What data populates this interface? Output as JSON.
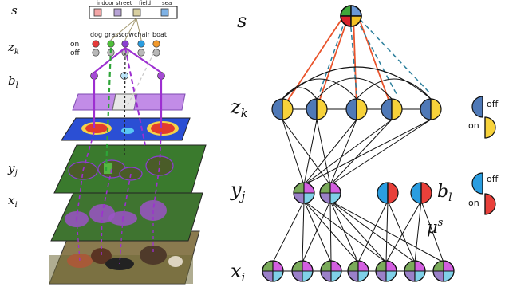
{
  "left": {
    "row_labels": {
      "s": "s",
      "z": "z",
      "z_sub": "k",
      "b": "b",
      "b_sub": "l",
      "y": "y",
      "y_sub": "j",
      "x": "x",
      "x_sub": "i"
    },
    "scene_labels": [
      "indoor",
      "street",
      "field",
      "sea"
    ],
    "scene_colors": [
      "#f4a6a6",
      "#b7a3d6",
      "#d8cfa0",
      "#7fb2e5"
    ],
    "object_labels": [
      "dog",
      "grass",
      "cow",
      "chair",
      "boat"
    ],
    "object_colors": [
      "#e63b3b",
      "#4fbf3a",
      "#8a3fd1",
      "#2a9de0",
      "#f29a2e"
    ],
    "on_label": "on",
    "off_label": "off"
  },
  "right": {
    "labels": {
      "s": "s",
      "z": "z",
      "z_sub": "k",
      "y": "y",
      "y_sub": "j",
      "x": "x",
      "x_sub": "i",
      "b": "b",
      "b_sub": "l",
      "mu": "μ",
      "mu_sup": "s"
    },
    "legend": {
      "z_off": "off",
      "z_on": "on",
      "b_off": "off",
      "b_on": "on"
    },
    "colors": {
      "blue": "#4f79b7",
      "yellow": "#f7d23a",
      "green": "#7aaa5a",
      "magenta": "#d35fe0",
      "purple": "#9a80c8",
      "cyan": "#7fd0e8",
      "red": "#e8403a",
      "orange_line": "#e9532b",
      "dashed_line": "#2c7f9c",
      "stroke": "#111111"
    }
  }
}
